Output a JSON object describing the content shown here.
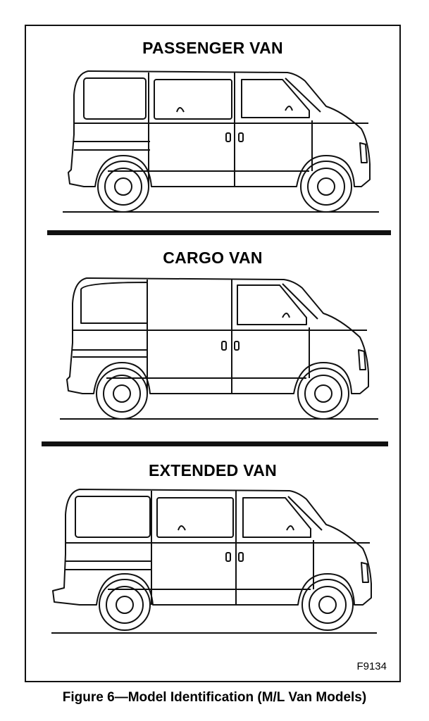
{
  "figure": {
    "panels": [
      {
        "label": "PASSENGER VAN",
        "type": "passenger"
      },
      {
        "label": "CARGO VAN",
        "type": "cargo"
      },
      {
        "label": "EXTENDED VAN",
        "type": "extended"
      }
    ],
    "code": "F9134",
    "caption": "Figure 6—Model Identification (M/L Van Models)"
  }
}
